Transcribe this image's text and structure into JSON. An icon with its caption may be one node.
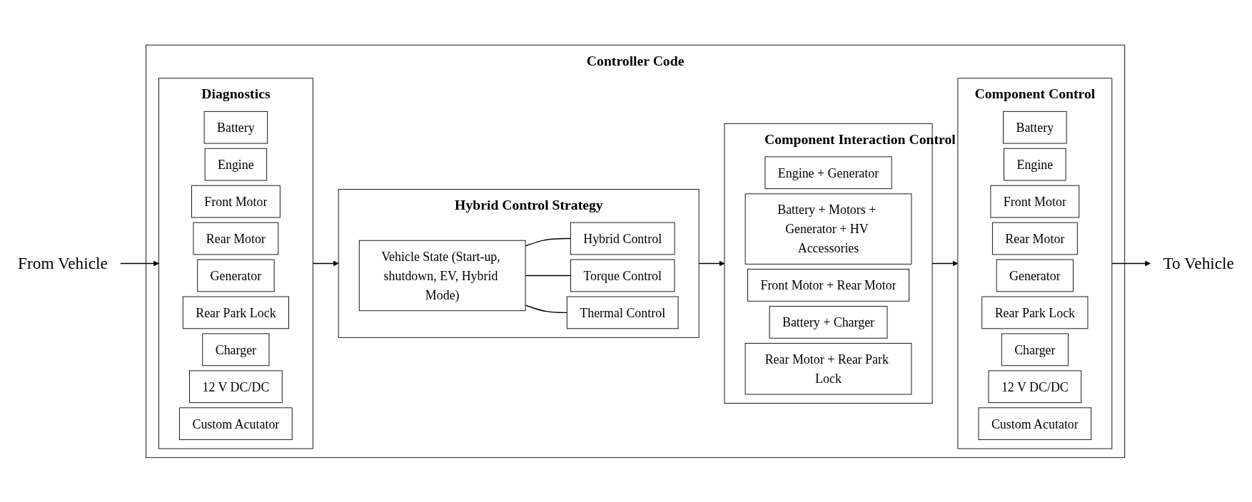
{
  "diagram": {
    "nodes": [
      {
        "text": [
          "From Vehicle"
        ]
      },
      {
        "text": [
          "Controller Code"
        ]
      },
      {
        "text": [
          "Diagnostics"
        ],
        "in": 1
      },
      {
        "text": [
          "Battery"
        ],
        "in": 2
      },
      {
        "text": [
          "Engine"
        ],
        "in": 2
      },
      {
        "text": [
          "Front Motor"
        ],
        "in": 2
      },
      {
        "text": [
          "Rear Motor"
        ],
        "in": 2
      },
      {
        "text": [
          "Generator"
        ],
        "in": 2
      },
      {
        "text": [
          "Rear Park Lock"
        ],
        "in": 2
      },
      {
        "text": [
          "Charger"
        ],
        "in": 2
      },
      {
        "text": [
          "12 V DC/DC"
        ],
        "in": 2
      },
      {
        "text": [
          "Custom Acutator"
        ],
        "in": 2
      },
      {
        "text": [
          "Hybrid Control Strategy"
        ],
        "in": 1
      },
      {
        "text": [
          "Vehicle State (Start-up, shutdown, EV, Hybrid Mode)"
        ],
        "in": 12
      },
      {
        "text": [
          "Hybrid Control"
        ],
        "in": 12
      },
      {
        "text": [
          "Torque Control"
        ],
        "in": 12
      },
      {
        "text": [
          "Thermal Control"
        ],
        "in": 12
      },
      {
        "text": [
          "Component Interaction Control"
        ],
        "in": 1
      },
      {
        "text": [
          "Engine + Generator"
        ],
        "in": 17
      },
      {
        "text": [
          "Battery + Motors + Generator + HV Accessories"
        ],
        "in": 17
      },
      {
        "text": [
          "Front Motor + Rear Motor"
        ],
        "in": 17
      },
      {
        "text": [
          "Battery + Charger"
        ],
        "in": 17
      },
      {
        "text": [
          "Rear Motor + Rear Park Lock"
        ],
        "in": 17
      },
      {
        "text": [
          "Component Control"
        ],
        "in": 1
      },
      {
        "text": [
          "Battery"
        ],
        "in": 23
      },
      {
        "text": [
          "Engine"
        ],
        "in": 23
      },
      {
        "text": [
          "Front Motor"
        ],
        "in": 23
      },
      {
        "text": [
          "Rear Motor"
        ],
        "in": 23
      },
      {
        "text": [
          "Generator"
        ],
        "in": 23
      },
      {
        "text": [
          "Rear Park Lock"
        ],
        "in": 23
      },
      {
        "text": [
          "Charger"
        ],
        "in": 23
      },
      {
        "text": [
          "12 V DC/DC"
        ],
        "in": 23
      },
      {
        "text": [
          "Custom Acutator"
        ],
        "in": 23
      },
      {
        "text": [
          "To Vehicle"
        ]
      }
    ],
    "edges": [
      {
        "from": 0,
        "to": 2,
        "arrow": "to"
      },
      {
        "from": 2,
        "to": 12,
        "arrow": "to"
      },
      {
        "from": 13,
        "to": 14,
        "arrow": "none"
      },
      {
        "from": 13,
        "to": 15,
        "arrow": "none"
      },
      {
        "from": 13,
        "to": 16,
        "arrow": "none"
      },
      {
        "from": 12,
        "to": 17,
        "arrow": "to"
      },
      {
        "from": 17,
        "to": 23,
        "arrow": "to"
      },
      {
        "from": 23,
        "to": 33,
        "arrow": "to"
      }
    ]
  }
}
